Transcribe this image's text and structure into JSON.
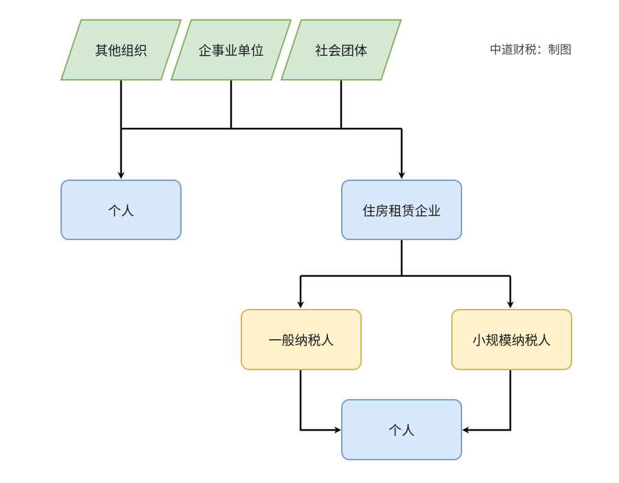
{
  "sources": [
    {
      "label": "其他组织"
    },
    {
      "label": "企事业单位"
    },
    {
      "label": "社会团体"
    }
  ],
  "targets": {
    "individual_top": "个人",
    "housing_rental_enterprise": "住房租赁企业",
    "general_taxpayer": "一般纳税人",
    "small_scale_taxpayer": "小规模纳税人",
    "individual_bottom": "个人"
  },
  "credit": "中道财税：制图",
  "colors": {
    "source_fill": "#d5e8d4",
    "source_stroke": "#82b366",
    "blue_fill": "#dae8fc",
    "blue_stroke": "#7b9dc8",
    "yellow_fill": "#fff2cc",
    "yellow_stroke": "#d6b656",
    "connector": "#000000"
  }
}
